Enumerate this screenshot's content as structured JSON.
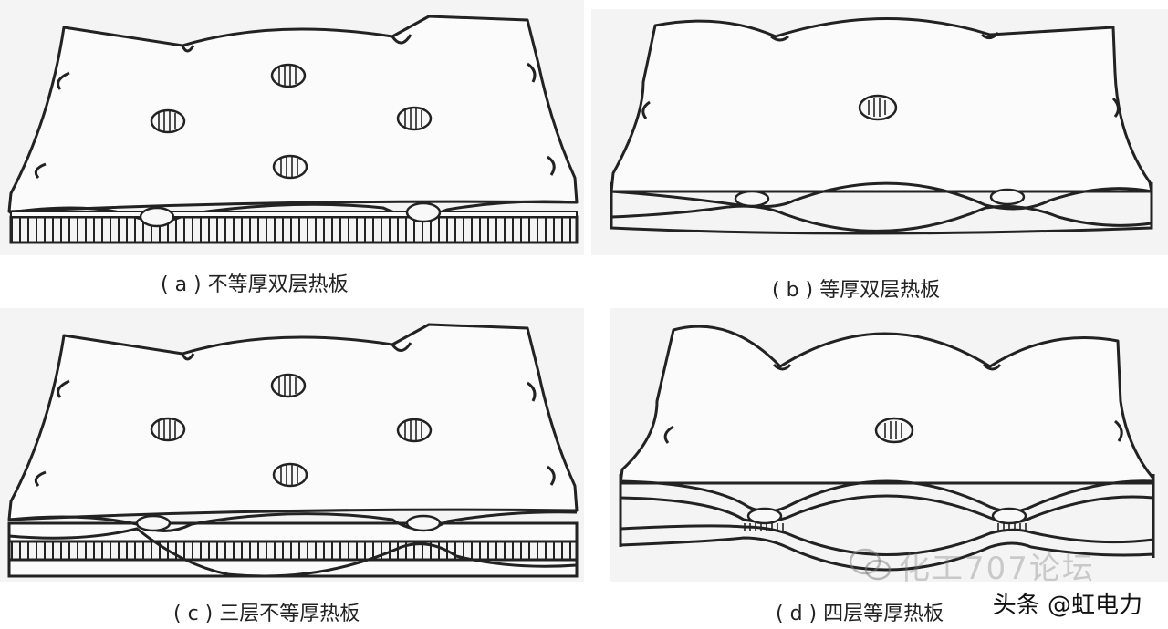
{
  "panels": [
    {
      "id": "a",
      "caption": "( a ) 不等厚双层热板"
    },
    {
      "id": "b",
      "caption": "( b ) 等厚双层热板"
    },
    {
      "id": "c",
      "caption": "( c ) 三层不等厚热板"
    },
    {
      "id": "d",
      "caption": "( d ) 四层等厚热板"
    }
  ],
  "watermark": {
    "faint_text": "化工707论坛",
    "text": "头条 @虹电力"
  },
  "colors": {
    "line": "#222222",
    "background": "#f4f4f4"
  }
}
